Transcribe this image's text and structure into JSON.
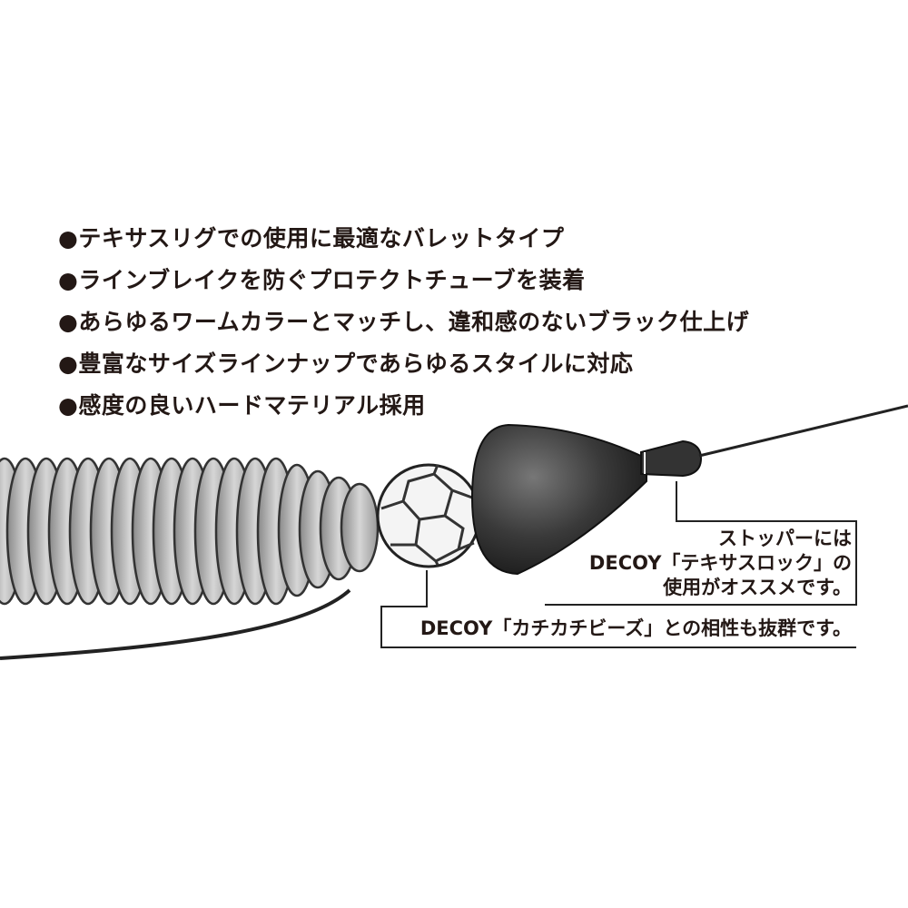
{
  "features": [
    "●テキサスリグでの使用に最適なバレットタイプ",
    "●ラインブレイクを防ぐプロテクトチューブを装着",
    "●あらゆるワームカラーとマッチし、違和感のないブラック仕上げ",
    "●豊富なサイズラインナップであらゆるスタイルに対応",
    "●感度の良いハードマテリアル採用"
  ],
  "callouts": {
    "stopper": [
      "ストッパーには",
      "DECOY「テキサスロック」の",
      "使用がオススメです。"
    ],
    "beads": "DECOY「カチカチビーズ」との相性も抜群です。"
  },
  "colors": {
    "text": "#231815",
    "sinker": "#3a3a3a",
    "worm": "#bdbdbd"
  }
}
